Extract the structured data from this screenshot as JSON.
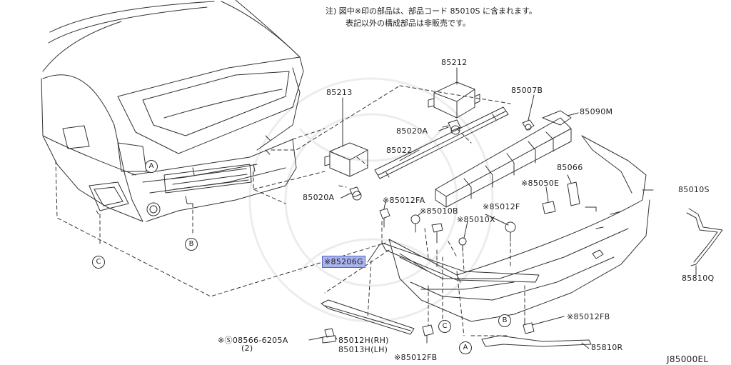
{
  "notes": {
    "line1": "注) 図中※印の部品は、部品コード 85010S に含まれます。",
    "line2": "表記以外の構成部品は非販売です。"
  },
  "diagram_code": "J85000EL",
  "parts": {
    "p85212": "85212",
    "p85213": "85213",
    "p85007B": "85007B",
    "p85090M": "85090M",
    "p85020A_top": "85020A",
    "p85022": "85022",
    "p85066": "85066",
    "p85050E": "※85050E",
    "p85010S": "85010S",
    "p85020A_bot": "85020A",
    "p85012FA": "※85012FA",
    "p85010B": "※85010B",
    "p85012F": "※85012F",
    "p85010X": "※85010X",
    "p85206G": "※85206G",
    "p85810Q": "85810Q",
    "p85012FB_right": "※85012FB",
    "p85012FB_bottom": "※85012FB",
    "p85810R": "85810R",
    "p08566": "※Ⓢ08566-6205A",
    "p08566_qty": "(2)",
    "p85012H": "85012H(RH)",
    "p85013H": "85013H(LH)"
  },
  "callouts": {
    "a1": "A",
    "a2": "A",
    "b1": "B",
    "b2": "B",
    "c1": "C",
    "c2": "C"
  }
}
